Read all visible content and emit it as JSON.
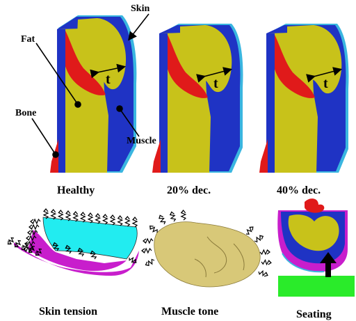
{
  "colors": {
    "muscle": "#1f33c4",
    "fat": "#c8c21a",
    "bone": "#e01a1a",
    "skin": "#3ab6e0",
    "cyan": "#22ecf0",
    "magenta": "#c81ecc",
    "green": "#2aeb2a",
    "muscle_tone": "#d8c878"
  },
  "labels": {
    "skin": "Skin",
    "fat": "Fat",
    "bone": "Bone",
    "muscle": "Muscle",
    "thickness": "t"
  },
  "panels": [
    {
      "caption": "Healthy"
    },
    {
      "caption": "20% dec."
    },
    {
      "caption": "40% dec."
    }
  ],
  "bottom": {
    "skin_tension": "Skin tension",
    "muscle_tone": "Muscle tone",
    "seating": "Seating"
  }
}
